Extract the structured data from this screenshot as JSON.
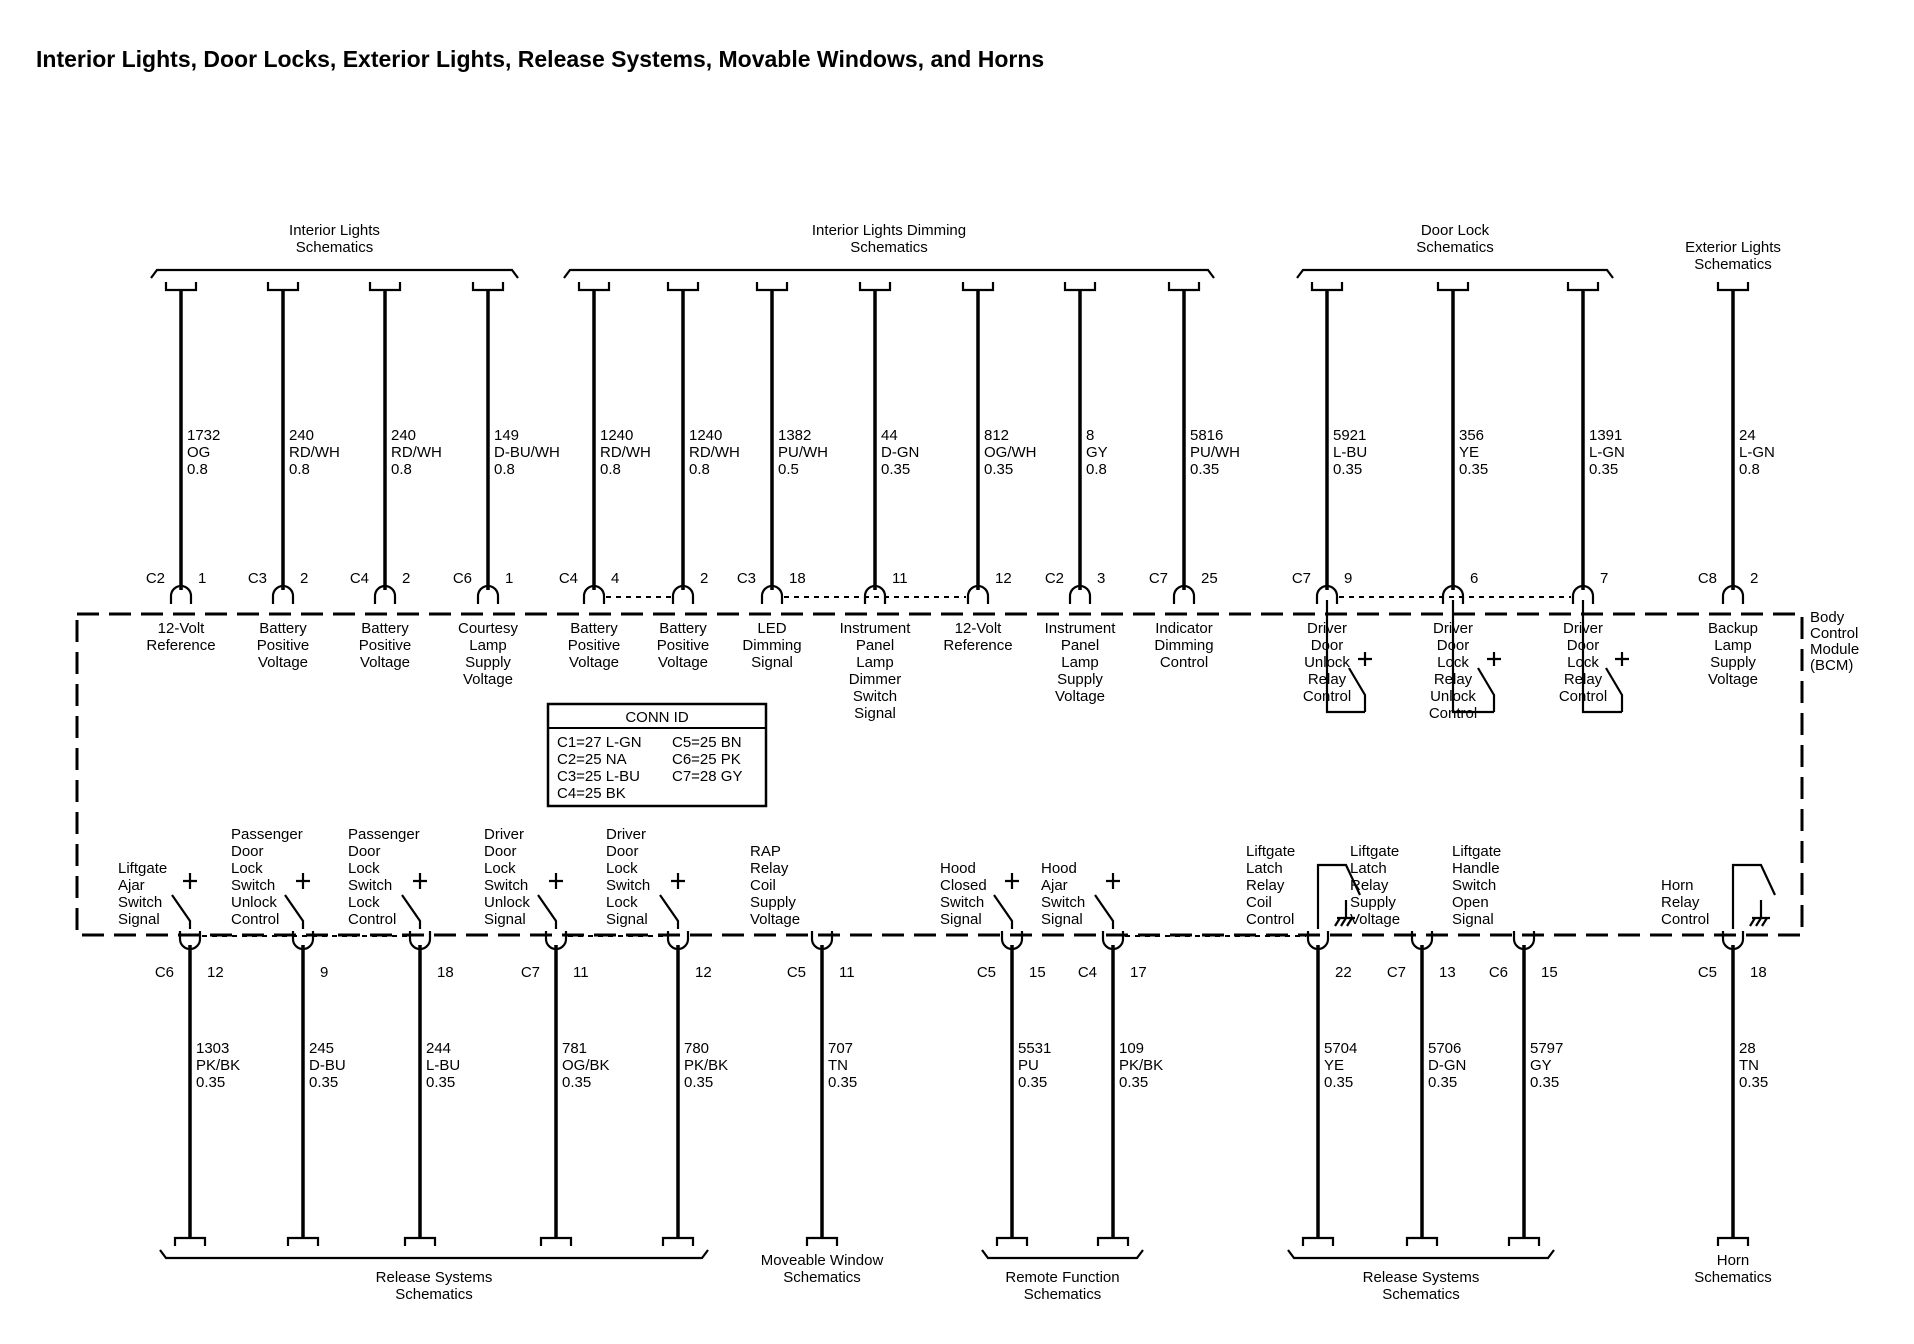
{
  "title": "Interior Lights, Door Locks, Exterior Lights, Release Systems, Movable Windows, and Horns",
  "module_label": [
    "Body",
    "Control",
    "Module",
    "(BCM)"
  ],
  "conn_id": {
    "header": "CONN ID",
    "rows": [
      [
        "C1=27 L-GN",
        "C5=25 BN"
      ],
      [
        "C2=25 NA",
        "C6=25 PK"
      ],
      [
        "C3=25 L-BU",
        "C7=28 GY"
      ],
      [
        "C4=25 BK",
        ""
      ]
    ]
  },
  "top_groups": [
    {
      "label": [
        "Interior Lights",
        "Schematics"
      ],
      "circuits": [
        0,
        1,
        2,
        3
      ]
    },
    {
      "label": [
        "Interior Lights Dimming",
        "Schematics"
      ],
      "circuits": [
        4,
        5,
        6,
        7,
        8,
        9,
        10
      ]
    },
    {
      "label": [
        "Door Lock",
        "Schematics"
      ],
      "circuits": [
        11,
        12,
        13
      ]
    },
    {
      "label": [
        "Exterior Lights",
        "Schematics"
      ],
      "circuits": [
        14
      ]
    }
  ],
  "top_circuits": [
    {
      "wire": [
        "1732",
        "OG",
        "0.8"
      ],
      "conn": "C2",
      "pin": "1",
      "label": [
        "12-Volt",
        "Reference"
      ]
    },
    {
      "wire": [
        "240",
        "RD/WH",
        "0.8"
      ],
      "conn": "C3",
      "pin": "2",
      "label": [
        "Battery",
        "Positive",
        "Voltage"
      ]
    },
    {
      "wire": [
        "240",
        "RD/WH",
        "0.8"
      ],
      "conn": "C4",
      "pin": "2",
      "label": [
        "Battery",
        "Positive",
        "Voltage"
      ]
    },
    {
      "wire": [
        "149",
        "D-BU/WH",
        "0.8"
      ],
      "conn": "C6",
      "pin": "1",
      "label": [
        "Courtesy",
        "Lamp",
        "Supply",
        "Voltage"
      ]
    },
    {
      "wire": [
        "1240",
        "RD/WH",
        "0.8"
      ],
      "conn": "C4",
      "pin": "4",
      "label": [
        "Battery",
        "Positive",
        "Voltage"
      ]
    },
    {
      "wire": [
        "1240",
        "RD/WH",
        "0.8"
      ],
      "conn": "",
      "pin": "2",
      "label": [
        "Battery",
        "Positive",
        "Voltage"
      ]
    },
    {
      "wire": [
        "1382",
        "PU/WH",
        "0.5"
      ],
      "conn": "C3",
      "pin": "18",
      "label": [
        "LED",
        "Dimming",
        "Signal"
      ]
    },
    {
      "wire": [
        "44",
        "D-GN",
        "0.35"
      ],
      "conn": "",
      "pin": "11",
      "label": [
        "Instrument",
        "Panel",
        "Lamp",
        "Dimmer",
        "Switch",
        "Signal"
      ]
    },
    {
      "wire": [
        "812",
        "OG/WH",
        "0.35"
      ],
      "conn": "",
      "pin": "12",
      "label": [
        "12-Volt",
        "Reference"
      ]
    },
    {
      "wire": [
        "8",
        "GY",
        "0.8"
      ],
      "conn": "C2",
      "pin": "3",
      "label": [
        "Instrument",
        "Panel",
        "Lamp",
        "Supply",
        "Voltage"
      ]
    },
    {
      "wire": [
        "5816",
        "PU/WH",
        "0.35"
      ],
      "conn": "C7",
      "pin": "25",
      "label": [
        "Indicator",
        "Dimming",
        "Control"
      ]
    },
    {
      "wire": [
        "5921",
        "L-BU",
        "0.35"
      ],
      "conn": "C7",
      "pin": "9",
      "label": [
        "Driver",
        "Door",
        "Unlock",
        "Relay",
        "Control"
      ]
    },
    {
      "wire": [
        "356",
        "YE",
        "0.35"
      ],
      "conn": "",
      "pin": "6",
      "label": [
        "Driver",
        "Door",
        "Lock",
        "Relay",
        "Unlock",
        "Control"
      ]
    },
    {
      "wire": [
        "1391",
        "L-GN",
        "0.35"
      ],
      "conn": "",
      "pin": "7",
      "label": [
        "Driver",
        "Door",
        "Lock",
        "Relay",
        "Control"
      ]
    },
    {
      "wire": [
        "24",
        "L-GN",
        "0.8"
      ],
      "conn": "C8",
      "pin": "2",
      "label": [
        "Backup",
        "Lamp",
        "Supply",
        "Voltage"
      ]
    }
  ],
  "bottom_circuits": [
    {
      "wire": [
        "1303",
        "PK/BK",
        "0.35"
      ],
      "conn": "C6",
      "pin": "12",
      "label": [
        "Liftgate",
        "Ajar",
        "Switch",
        "Signal"
      ]
    },
    {
      "wire": [
        "245",
        "D-BU",
        "0.35"
      ],
      "conn": "",
      "pin": "9",
      "label": [
        "Passenger",
        "Door",
        "Lock",
        "Switch",
        "Unlock",
        "Control"
      ]
    },
    {
      "wire": [
        "244",
        "L-BU",
        "0.35"
      ],
      "conn": "",
      "pin": "18",
      "label": [
        "Passenger",
        "Door",
        "Lock",
        "Switch",
        "Lock",
        "Control"
      ]
    },
    {
      "wire": [
        "781",
        "OG/BK",
        "0.35"
      ],
      "conn": "C7",
      "pin": "11",
      "label": [
        "Driver",
        "Door",
        "Lock",
        "Switch",
        "Unlock",
        "Signal"
      ]
    },
    {
      "wire": [
        "780",
        "PK/BK",
        "0.35"
      ],
      "conn": "",
      "pin": "12",
      "label": [
        "Driver",
        "Door",
        "Lock",
        "Switch",
        "Lock",
        "Signal"
      ]
    },
    {
      "wire": [
        "707",
        "TN",
        "0.35"
      ],
      "conn": "C5",
      "pin": "11",
      "label": [
        "RAP",
        "Relay",
        "Coil",
        "Supply",
        "Voltage"
      ]
    },
    {
      "wire": [
        "5531",
        "PU",
        "0.35"
      ],
      "conn": "C5",
      "pin": "15",
      "label": [
        "Hood",
        "Closed",
        "Switch",
        "Signal"
      ]
    },
    {
      "wire": [
        "109",
        "PK/BK",
        "0.35"
      ],
      "conn": "C4",
      "pin": "17",
      "label": [
        "Hood",
        "Ajar",
        "Switch",
        "Signal"
      ]
    },
    {
      "wire": [
        "5704",
        "YE",
        "0.35"
      ],
      "conn": "",
      "pin": "22",
      "label": [
        "Liftgate",
        "Latch",
        "Relay",
        "Coil",
        "Control"
      ]
    },
    {
      "wire": [
        "5706",
        "D-GN",
        "0.35"
      ],
      "conn": "C7",
      "pin": "13",
      "label": [
        "Liftgate",
        "Latch",
        "Relay",
        "Supply",
        "Voltage"
      ]
    },
    {
      "wire": [
        "5797",
        "GY",
        "0.35"
      ],
      "conn": "C6",
      "pin": "15",
      "label": [
        "Liftgate",
        "Handle",
        "Switch",
        "Open",
        "Signal"
      ]
    },
    {
      "wire": [
        "28",
        "TN",
        "0.35"
      ],
      "conn": "C5",
      "pin": "18",
      "label": [
        "Horn",
        "Relay",
        "Control"
      ]
    }
  ],
  "bottom_groups": [
    {
      "label": [
        "Release Systems",
        "Schematics"
      ],
      "circuits": [
        0,
        1,
        2,
        3,
        4
      ]
    },
    {
      "label": [
        "Moveable Window",
        "Schematics"
      ],
      "circuits": [
        5
      ]
    },
    {
      "label": [
        "Remote Function",
        "Schematics"
      ],
      "circuits": [
        6,
        7
      ]
    },
    {
      "label": [
        "Release Systems",
        "Schematics"
      ],
      "circuits": [
        8,
        9,
        10
      ]
    },
    {
      "label": [
        "Horn",
        "Schematics"
      ],
      "circuits": [
        11
      ]
    }
  ]
}
